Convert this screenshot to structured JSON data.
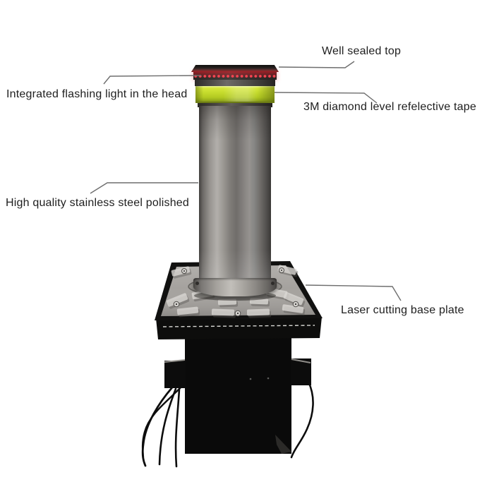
{
  "annotations": [
    {
      "id": "well-sealed-top",
      "label": "Well sealed top"
    },
    {
      "id": "flashing-light",
      "label": "Integrated flashing light in the head"
    },
    {
      "id": "reflective-tape",
      "label": "3M diamond level refelective tape"
    },
    {
      "id": "stainless-steel",
      "label": "High quality stainless steel polished"
    },
    {
      "id": "base-plate",
      "label": "Laser cutting base plate"
    }
  ],
  "colors": {
    "background": "#ffffff",
    "label_text": "#1e1e1e",
    "callout_line": "#6e6e6e",
    "led_red": "#f22433",
    "reflective_tape_yellow": "#c3d92b",
    "steel_gray": "#8f8c88",
    "plate_gray": "#a5a29e",
    "housing_black": "#0a0a0a"
  }
}
